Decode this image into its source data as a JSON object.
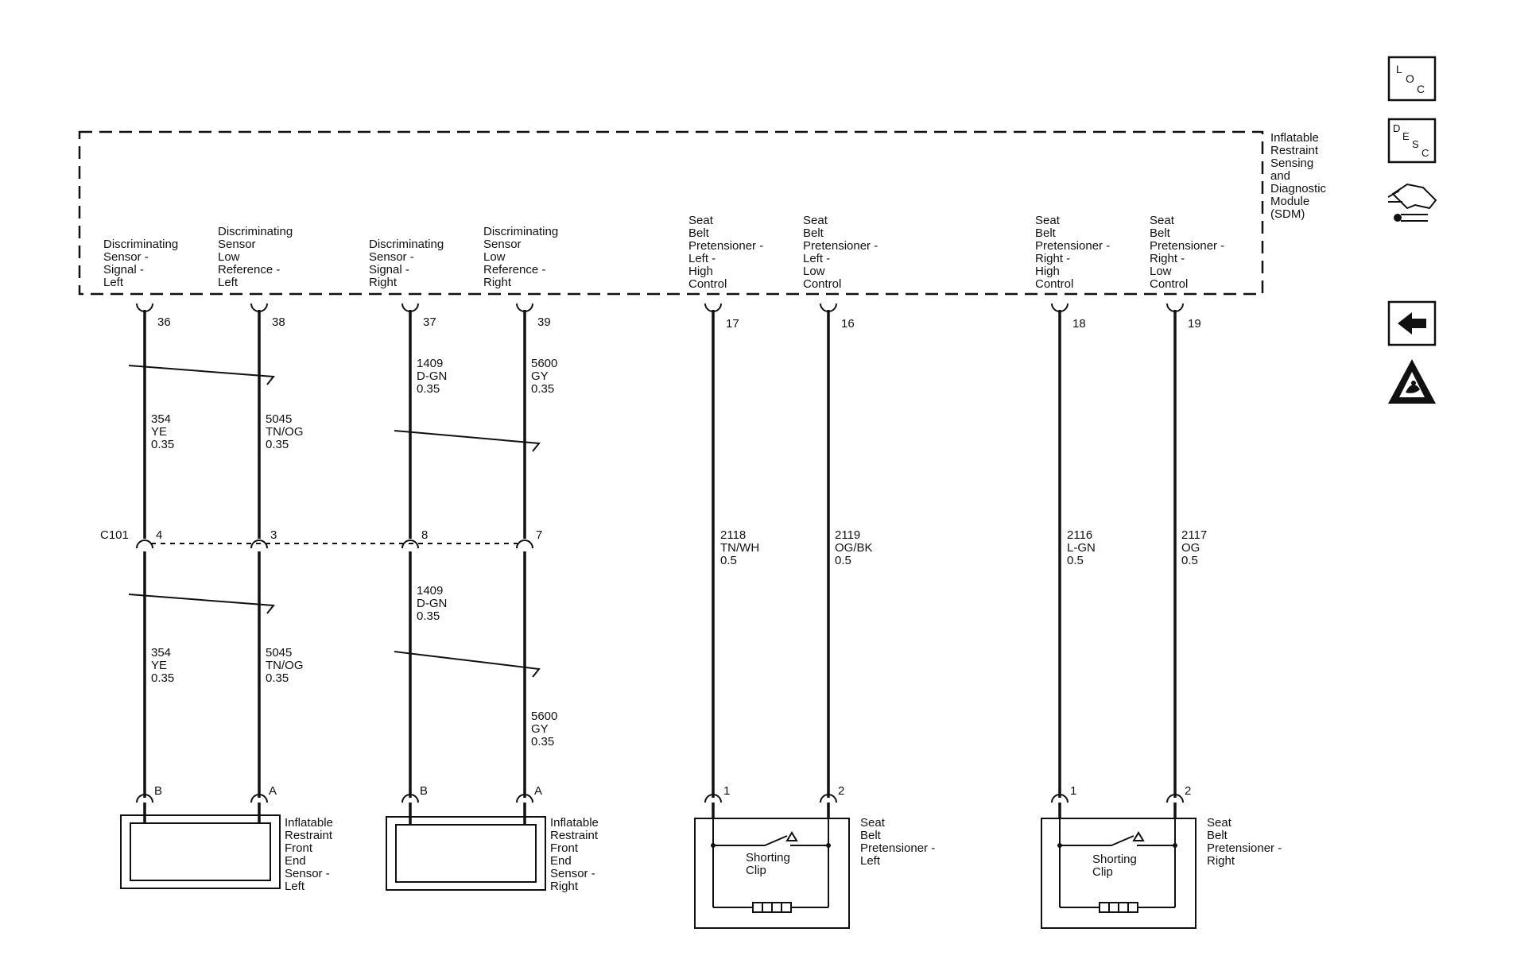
{
  "module": {
    "name_lines": [
      "Inflatable",
      "Restraint",
      "Sensing",
      "and",
      "Diagnostic",
      "Module",
      "(SDM)"
    ],
    "pins": [
      {
        "id": "d36",
        "pin": "36",
        "label_lines": [
          "Discriminating",
          "Sensor -",
          "Signal -",
          "Left"
        ]
      },
      {
        "id": "d38",
        "pin": "38",
        "label_lines": [
          "Discriminating",
          "Sensor",
          "Low",
          "Reference -",
          "Left"
        ]
      },
      {
        "id": "d37",
        "pin": "37",
        "label_lines": [
          "Discriminating",
          "Sensor -",
          "Signal -",
          "Right"
        ]
      },
      {
        "id": "d39",
        "pin": "39",
        "label_lines": [
          "Discriminating",
          "Sensor",
          "Low",
          "Reference -",
          "Right"
        ]
      },
      {
        "id": "p17",
        "pin": "17",
        "label_lines": [
          "Seat",
          "Belt",
          "Pretensioner -",
          "Left -",
          "High",
          "Control"
        ]
      },
      {
        "id": "p16",
        "pin": "16",
        "label_lines": [
          "Seat",
          "Belt",
          "Pretensioner -",
          "Left -",
          "Low",
          "Control"
        ]
      },
      {
        "id": "p18",
        "pin": "18",
        "label_lines": [
          "Seat",
          "Belt",
          "Pretensioner -",
          "Right -",
          "High",
          "Control"
        ]
      },
      {
        "id": "p19",
        "pin": "19",
        "label_lines": [
          "Seat",
          "Belt",
          "Pretensioner -",
          "Right -",
          "Low",
          "Control"
        ]
      }
    ]
  },
  "connector_c101": {
    "name": "C101",
    "pins": [
      "4",
      "3",
      "8",
      "7"
    ]
  },
  "wires_upper": [
    [
      "354",
      "YE",
      "0.35"
    ],
    [
      "5045",
      "TN/OG",
      "0.35"
    ],
    [
      "1409",
      "D-GN",
      "0.35"
    ],
    [
      "5600",
      "GY",
      "0.35"
    ]
  ],
  "wires_lower": [
    [
      "354",
      "YE",
      "0.35"
    ],
    [
      "5045",
      "TN/OG",
      "0.35"
    ],
    [
      "1409",
      "D-GN",
      "0.35"
    ],
    [
      "5600",
      "GY",
      "0.35"
    ]
  ],
  "wires_pretensioner": [
    [
      "2118",
      "TN/WH",
      "0.5"
    ],
    [
      "2119",
      "OG/BK",
      "0.5"
    ],
    [
      "2116",
      "L-GN",
      "0.5"
    ],
    [
      "2117",
      "OG",
      "0.5"
    ]
  ],
  "sensors": [
    {
      "pins": [
        "B",
        "A"
      ],
      "label_lines": [
        "Inflatable",
        "Restraint",
        "Front",
        "End",
        "Sensor -",
        "Left"
      ]
    },
    {
      "pins": [
        "B",
        "A"
      ],
      "label_lines": [
        "Inflatable",
        "Restraint",
        "Front",
        "End",
        "Sensor -",
        "Right"
      ]
    }
  ],
  "pretensioners": [
    {
      "pins": [
        "1",
        "2"
      ],
      "clip_lines": [
        "Shorting",
        "Clip"
      ],
      "label_lines": [
        "Seat",
        "Belt",
        "Pretensioner -",
        "Left"
      ]
    },
    {
      "pins": [
        "1",
        "2"
      ],
      "clip_lines": [
        "Shorting",
        "Clip"
      ],
      "label_lines": [
        "Seat",
        "Belt",
        "Pretensioner -",
        "Right"
      ]
    }
  ],
  "side_icons": {
    "loc": [
      "L",
      "O",
      "C"
    ],
    "desc": [
      "D",
      "E",
      "S",
      "C"
    ],
    "icon_names": [
      "loc-icon",
      "desc-icon",
      "harness-connector-icon",
      "back-arrow-icon",
      "esd-warning-icon"
    ]
  }
}
